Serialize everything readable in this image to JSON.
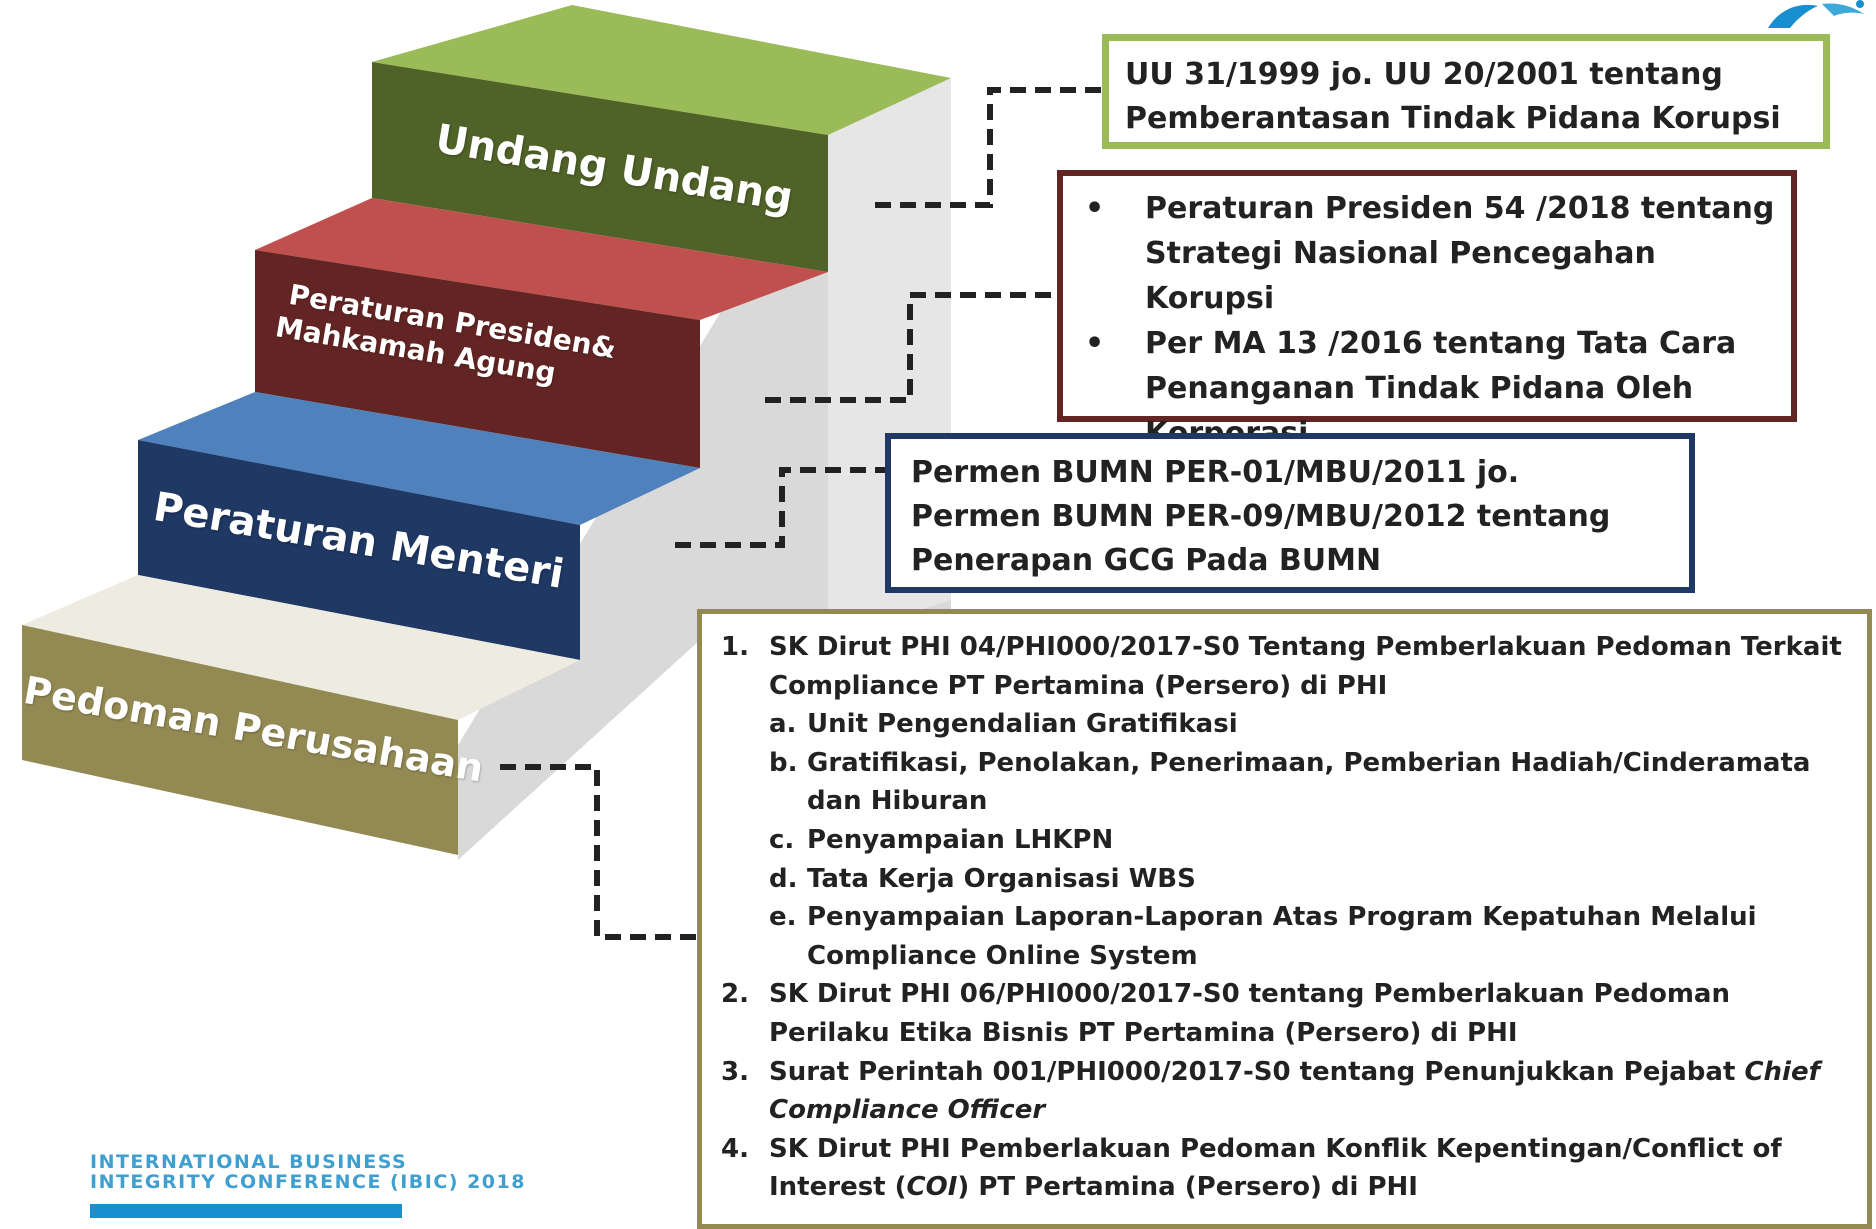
{
  "steps": [
    {
      "key": "undang",
      "label": "Undang Undang",
      "color": "#4f6228"
    },
    {
      "key": "perpres",
      "label_line1": "Peraturan Presiden&",
      "label_line2": "Mahkamah Agung",
      "color": "#632523"
    },
    {
      "key": "permen",
      "label": "Peraturan Menteri",
      "color": "#1f3864"
    },
    {
      "key": "pedoman",
      "label": "Pedoman Perusahaan",
      "color": "#938953"
    }
  ],
  "box_uu": {
    "border_color": "#9bbb59",
    "text": "UU 31/1999 jo. UU 20/2001 tentang Pemberantasan Tindak Pidana Korupsi"
  },
  "box_perpres": {
    "border_color": "#632523",
    "items": [
      "Peraturan Presiden 54 /2018 tentang Strategi Nasional Pencegahan Korupsi",
      "Per MA 13 /2016 tentang Tata Cara Penanganan Tindak Pidana Oleh Korporasi"
    ]
  },
  "box_permen": {
    "border_color": "#1f3864",
    "text": "Permen BUMN PER-01/MBU/2011 jo. Permen BUMN PER-09/MBU/2012 tentang Penerapan GCG Pada BUMN"
  },
  "box_pedoman": {
    "border_color": "#938953",
    "item1": {
      "num": "1.",
      "text": "SK Dirut PHI  04/PHI000/2017-S0 Tentang Pemberlakuan Pedoman Terkait Compliance PT Pertamina (Persero) di PHI",
      "subitems": [
        {
          "letter": "a.",
          "text": "Unit Pengendalian Gratifikasi"
        },
        {
          "letter": "b.",
          "text": "Gratifikasi, Penolakan, Penerimaan, Pemberian Hadiah/Cinderamata dan Hiburan"
        },
        {
          "letter": "c.",
          "text": "Penyampaian LHKPN"
        },
        {
          "letter": "d.",
          "text": "Tata Kerja Organisasi WBS"
        },
        {
          "letter": "e.",
          "text": "Penyampaian Laporan-Laporan Atas Program Kepatuhan Melalui Compliance Online System"
        }
      ]
    },
    "item2": {
      "num": "2.",
      "text": "SK Dirut PHI 06/PHI000/2017-S0 tentang Pemberlakuan Pedoman Perilaku Etika Bisnis PT Pertamina (Persero) di PHI"
    },
    "item3": {
      "num": "3.",
      "text_a": "Surat Perintah 001/PHI000/2017-S0 tentang Penunjukkan Pejabat ",
      "text_b": "Chief Compliance Officer"
    },
    "item4": {
      "num": "4.",
      "text_a": "SK Dirut PHI Pemberlakuan Pedoman Konflik Kepentingan/Conflict of Interest (",
      "text_b": "COI",
      "text_c": ") PT Pertamina (Persero) di PHI"
    }
  },
  "footer": {
    "line1": "INTERNATIONAL BUSINESS",
    "line2": "INTEGRITY CONFERENCE (IBIC) 2018"
  }
}
